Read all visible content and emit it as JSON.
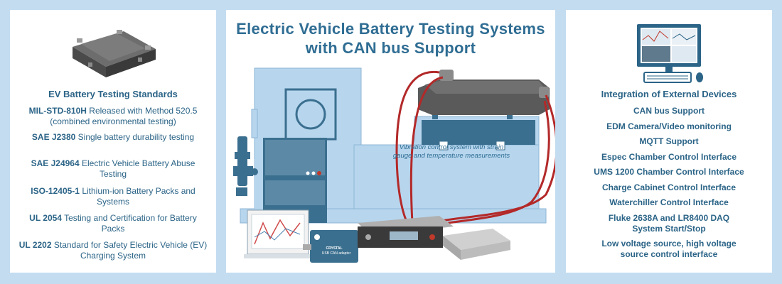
{
  "left_panel": {
    "title": "EV Battery Testing Standards",
    "standards": [
      {
        "code": "MIL-STD-810H",
        "text": " Released with Method 520.5 (combined environmental testing)"
      },
      {
        "code": "SAE J2380",
        "text": " Single battery durability testing"
      },
      {
        "code": "SAE J24964",
        "text": " Electric Vehicle Battery Abuse Testing"
      },
      {
        "code": "ISO-12405-1",
        "text": " Lithium-ion Battery Packs and Systems"
      },
      {
        "code": "UL 2054",
        "text": " Testing and Certification for Battery Packs"
      },
      {
        "code": "UL 2202",
        "text": " Standard for Safety Electric Vehicle (EV) Charging System"
      }
    ]
  },
  "center_panel": {
    "title": "Electric Vehicle Battery Testing Systems with CAN bus Support",
    "annotation": "Vibration control system with strain gauge and temperature measurements",
    "adapter_label": "USB CAN adapter",
    "adapter_brand": "CRYSTAL"
  },
  "right_panel": {
    "title": "Integration of External Devices",
    "items": [
      "CAN bus Support",
      "EDM Camera/Video monitoring",
      "MQTT Support",
      "Espec Chamber Control Interface",
      "UMS 1200 Chamber Control Interface",
      "Charge Cabinet Control Interface",
      "Waterchiller Control Interface",
      "Fluke 2638A and LR8400 DAQ System Start/Stop",
      "Low voltage source, high voltage source control interface"
    ]
  },
  "colors": {
    "title_blue": "#2f6d93",
    "chamber_light": "#b7d6ee",
    "chamber_dark": "#3b6f8f",
    "cable_red": "#b32929"
  }
}
